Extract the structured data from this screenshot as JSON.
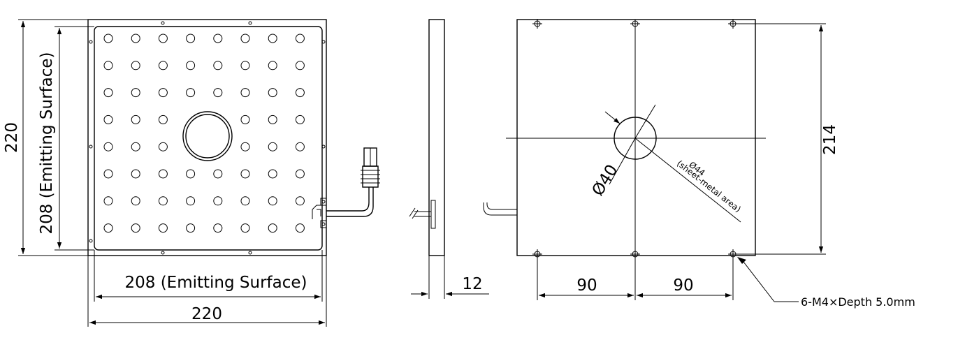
{
  "drawing": {
    "front_view": {
      "width_dim": "220",
      "height_dim": "220",
      "emit_width_dim": "208 (Emitting Surface)",
      "emit_height_dim": "208 (Emitting Surface)",
      "led_rows": 8,
      "led_cols": 8
    },
    "side_view": {
      "thickness_dim": "12"
    },
    "rear_view": {
      "left_spacing_dim": "90",
      "right_spacing_dim": "90",
      "hole_spacing_dim": "214",
      "hole_dia_dim": "Ø40",
      "sheet_metal_dia": "Ø44",
      "sheet_metal_note": "(sheet-metal area)",
      "mount_hole_callout": "6-M4×Depth 5.0mm"
    }
  }
}
